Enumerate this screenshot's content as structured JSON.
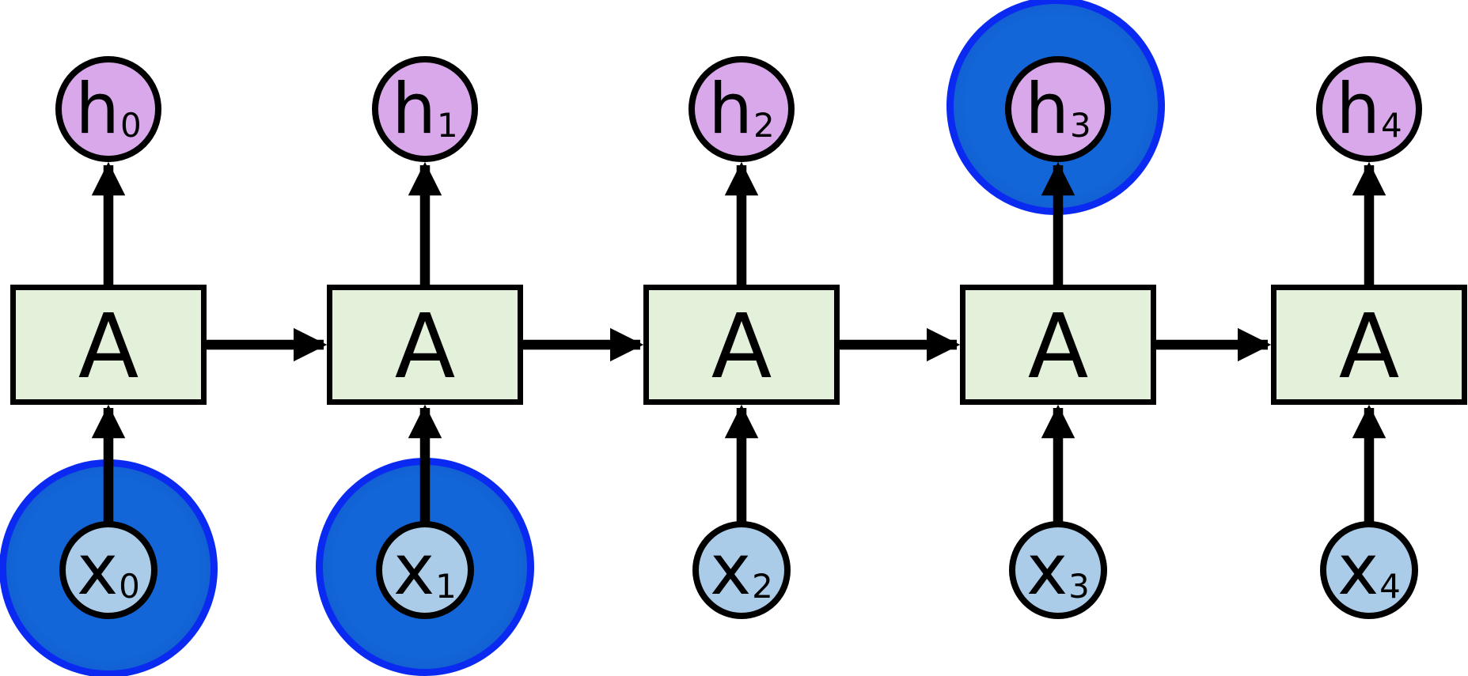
{
  "diagram_type": "unrolled recurrent neural network",
  "background_color": "#ffffff",
  "colors": {
    "cell_fill": "#e4f1da",
    "cell_border": "#000000",
    "hidden_node_fill": "#d8a8ea",
    "input_node_fill": "#abcce9",
    "node_border": "#000000",
    "arrow_color": "#000000",
    "highlight_fill": "#1366d8",
    "highlight_ring": "#0a2af2"
  },
  "units": [
    {
      "cell_label": "A",
      "hidden_base": "h",
      "hidden_sub": "0",
      "input_base": "x",
      "input_sub": "0",
      "input_highlighted": true,
      "hidden_highlighted": false
    },
    {
      "cell_label": "A",
      "hidden_base": "h",
      "hidden_sub": "1",
      "input_base": "x",
      "input_sub": "1",
      "input_highlighted": true,
      "hidden_highlighted": false
    },
    {
      "cell_label": "A",
      "hidden_base": "h",
      "hidden_sub": "2",
      "input_base": "x",
      "input_sub": "2",
      "input_highlighted": false,
      "hidden_highlighted": false
    },
    {
      "cell_label": "A",
      "hidden_base": "h",
      "hidden_sub": "3",
      "input_base": "x",
      "input_sub": "3",
      "input_highlighted": false,
      "hidden_highlighted": true
    },
    {
      "cell_label": "A",
      "hidden_base": "h",
      "hidden_sub": "4",
      "input_base": "x",
      "input_sub": "4",
      "input_highlighted": false,
      "hidden_highlighted": false
    }
  ],
  "highlights": [
    {
      "target": "input-node-x0"
    },
    {
      "target": "input-node-x1"
    },
    {
      "target": "hidden-node-h3"
    }
  ]
}
